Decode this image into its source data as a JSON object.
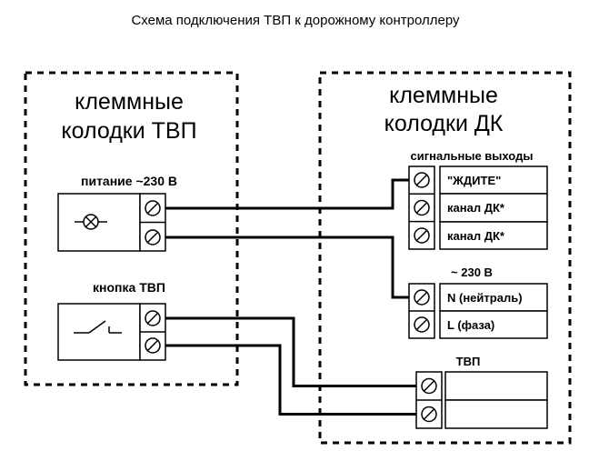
{
  "title": "Схема подключения ТВП к дорожному контроллеру",
  "tvp_block": {
    "heading_line1": "клеммные",
    "heading_line2": "колодки ТВП",
    "power_label": "питание ~230 В",
    "button_label": "кнопка ТВП"
  },
  "dk_block": {
    "heading_line1": "клеммные",
    "heading_line2": "колодки ДК",
    "signal_outputs_label": "сигнальные выходы",
    "signal_rows": [
      "\"ЖДИТЕ\"",
      "канал ДК*",
      "канал ДК*"
    ],
    "mains_label": "~ 230 В",
    "mains_rows": [
      "N (нейтраль)",
      "L (фаза)"
    ],
    "tvp_label": "ТВП",
    "tvp_rows": [
      "",
      ""
    ]
  },
  "colors": {
    "line": "#000000",
    "background": "#ffffff"
  },
  "icons": [
    "lamp-icon",
    "push-button-switch-icon",
    "screw-terminal-icon"
  ]
}
